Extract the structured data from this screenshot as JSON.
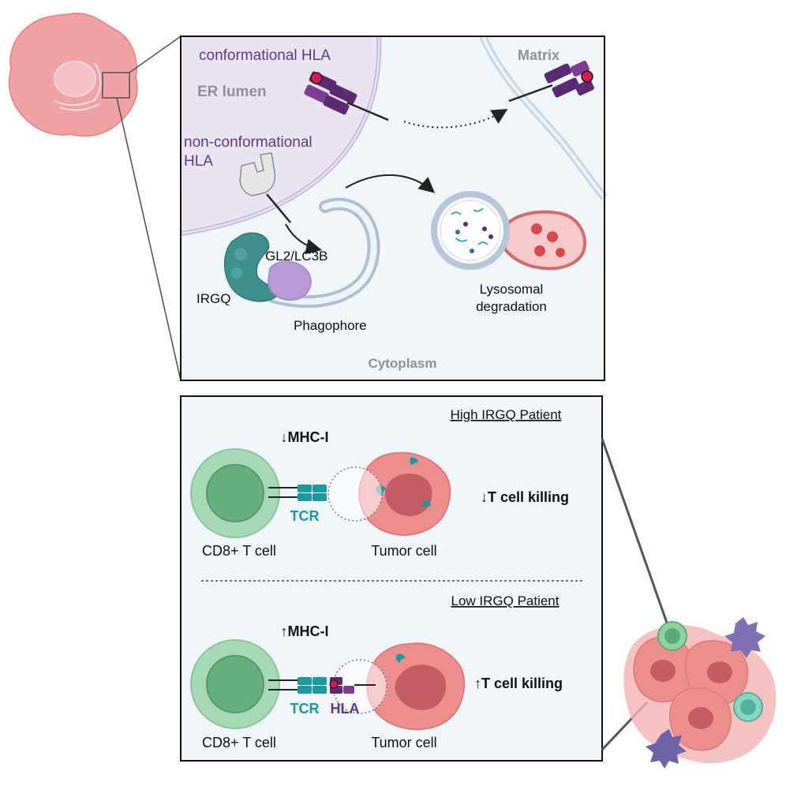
{
  "top_panel": {
    "conformational_hla": "conformational HLA",
    "er_lumen": "ER lumen",
    "matrix": "Matrix",
    "non_conformational_line1": "non-conformational",
    "non_conformational_line2": "HLA",
    "gl2_lc3b": "GL2/LC3B",
    "irgq": "IRGQ",
    "phagophore": "Phagophore",
    "lysosomal_line1": "Lysosomal",
    "lysosomal_line2": "degradation",
    "cytoplasm": "Cytoplasm"
  },
  "bottom_panel": {
    "high": {
      "title": "High IRGQ Patient",
      "mhc": "↓MHC-I",
      "tcr": "TCR",
      "effect": "↓T cell killing",
      "t_cell": "CD8+ T cell",
      "tumor_cell": "Tumor cell"
    },
    "low": {
      "title": "Low IRGQ Patient",
      "mhc": "↑MHC-I",
      "tcr": "TCR",
      "hla": "HLA",
      "effect": "↑T cell killing",
      "t_cell": "CD8+ T cell",
      "tumor_cell": "Tumor cell"
    }
  },
  "colors": {
    "purple_text": "#5b3a8a",
    "gray_text": "#8d9196",
    "teal": "#1a9a9f",
    "hla_purple": "#5a2a73",
    "tumor_pink": "#ec8e8e",
    "tcell_green": "#8fd1a2",
    "panel_bg": "#f0f5fa"
  }
}
